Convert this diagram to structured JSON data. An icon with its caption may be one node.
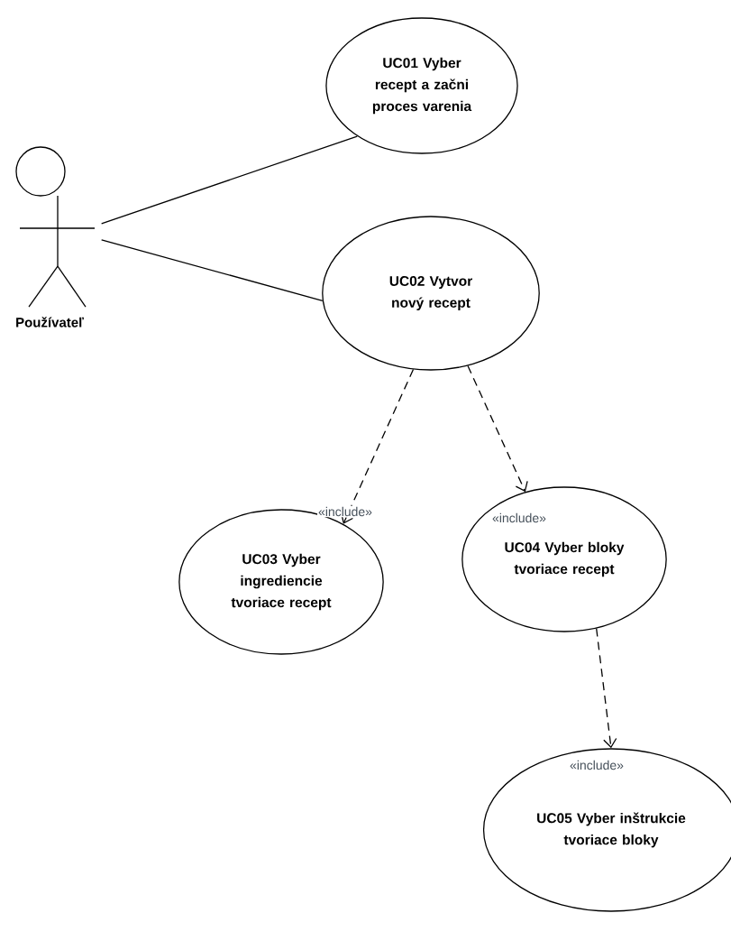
{
  "diagram": {
    "nodes": [
      {
        "text": [
          "Používateľ"
        ]
      },
      {
        "text": [
          "UC01 Vyber recept a začni proces varenia"
        ]
      },
      {
        "text": [
          "UC02 Vytvor nový recept"
        ]
      },
      {
        "text": [
          "UC03 Vyber ingrediencie tvoriace recept"
        ]
      },
      {
        "text": [
          "UC04 Vyber bloky tvoriace recept"
        ]
      },
      {
        "text": [
          "UC05 Vyber inštrukcie tvoriace bloky"
        ]
      }
    ],
    "edges": [
      {
        "from": 0,
        "to": 1,
        "arrow": "none"
      },
      {
        "from": 0,
        "to": 2,
        "arrow": "none"
      },
      {
        "from": 2,
        "to": 3,
        "arrow": "to",
        "style": "dashed",
        "label": "«include»"
      },
      {
        "from": 2,
        "to": 4,
        "arrow": "to",
        "style": "dashed",
        "label": "«include»"
      },
      {
        "from": 4,
        "to": 5,
        "arrow": "to",
        "style": "dashed",
        "label": "«include»"
      }
    ]
  }
}
